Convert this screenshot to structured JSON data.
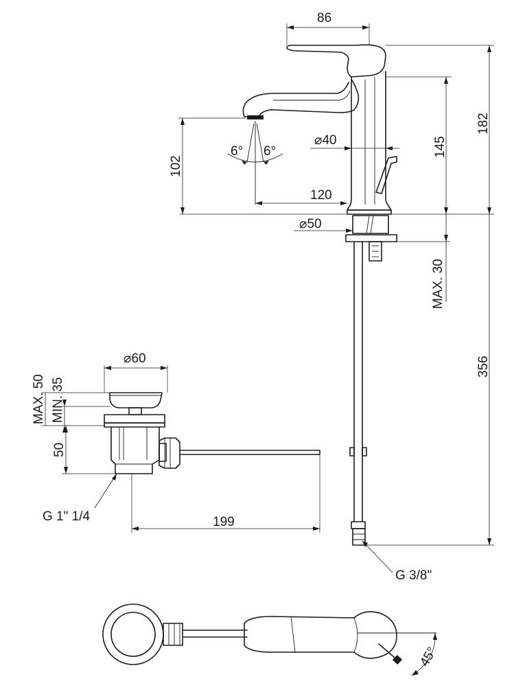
{
  "dimensions": {
    "handle_width": "86",
    "total_height": "182",
    "spout_body_height": "145",
    "spout_height": "102",
    "body_diameter": "⌀40",
    "spout_reach": "120",
    "base_diameter": "⌀50",
    "deck_thickness_max": "MAX. 30",
    "tail_length": "356",
    "connection_thread": "G 3/8\"",
    "angle_left": "6°",
    "angle_right": "6°",
    "waste_diameter": "⌀60",
    "waste_max": "MAX. 50",
    "waste_min": "MIN. 35",
    "waste_height": "50",
    "waste_thread": "G 1\" 1/4",
    "rod_length": "199",
    "lever_angle": "45°"
  }
}
